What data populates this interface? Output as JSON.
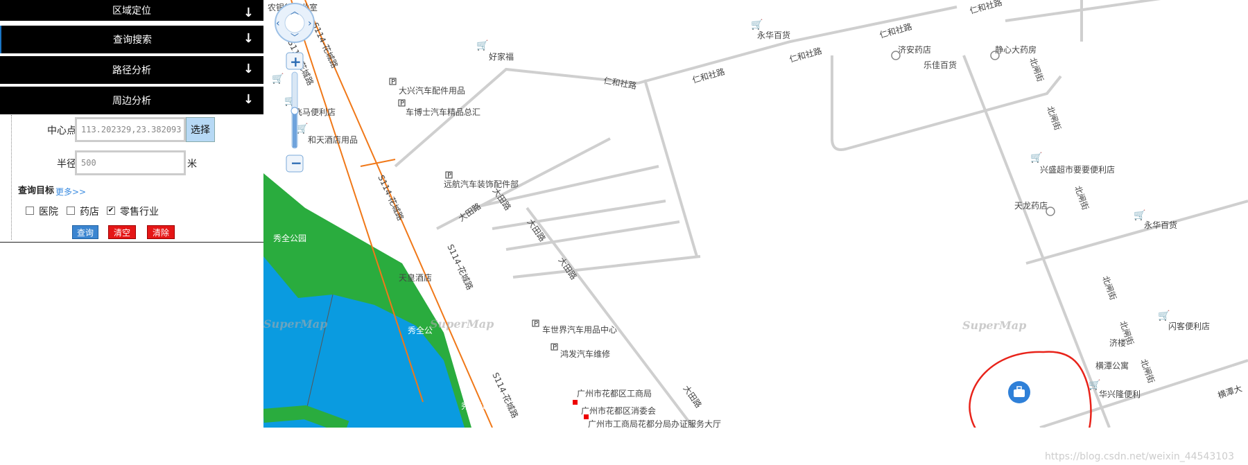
{
  "sidebar": {
    "sections": [
      {
        "label": "区域定位",
        "arrow": "↓"
      },
      {
        "label": "查询搜索",
        "arrow": "↓"
      },
      {
        "label": "路径分析",
        "arrow": "↓"
      },
      {
        "label": "周边分析",
        "arrow": "↓"
      }
    ],
    "panel": {
      "center_label": "中心点",
      "center_value": "113.202329,23.382093",
      "select_button": "选择",
      "radius_label": "半径",
      "radius_value": "500",
      "radius_unit": "米",
      "target_label": "查询目标",
      "more_link": "更多>>",
      "checkboxes": [
        {
          "label": "医院",
          "checked": false
        },
        {
          "label": "药店",
          "checked": false
        },
        {
          "label": "零售行业",
          "checked": true
        }
      ],
      "buttons": [
        {
          "label": "查询",
          "color": "#3b85d0"
        },
        {
          "label": "清空",
          "color": "#e51616"
        },
        {
          "label": "清除",
          "color": "#e51616"
        }
      ]
    }
  },
  "map": {
    "water_color": "#0a9be0",
    "park_color": "#2aac3e",
    "road_color": "#f07818",
    "watermark": "SuperMap",
    "labels": {
      "bank": "农银行营业室",
      "haojiafu": "好家福",
      "yonghua1": "永华百货",
      "renhe1": "仁和社路",
      "renhe2": "仁和社路",
      "renhe3": "仁和社路",
      "renhe4": "仁和社路",
      "renhe5": "仁和社路",
      "jian": "济安药店",
      "lejia": "乐佳百货",
      "jingxin": "静心大药房",
      "daxing": "大兴汽车配件用品",
      "chebo": "车博士汽车精品总汇",
      "feima": "飞马便利店",
      "hetian": "和天酒店用品",
      "s114_1": "S114-花城路",
      "s114_2": "S114-花城路",
      "s114_3": "S114-花城路",
      "s114_4": "S114-花城路",
      "s114_5": "S114-花城路",
      "yuanhang": "远航汽车装饰配件部",
      "datian1": "大田路",
      "datian2": "大田路",
      "datian3": "大田路",
      "datian4": "大田路",
      "datian5": "大田路",
      "tianhuang": "天皇酒店",
      "xiujin1": "秀全公园",
      "xiujin2": "秀全公",
      "xiujin3": "秀全公园",
      "cheshijie": "车世界汽车用品中心",
      "hongfa": "鸿发汽车维修",
      "gongshang": "广州市花都区工商局",
      "xiaowei": "广州市花都区消委会",
      "fenju": "广州市工商局花都分局办证服务大厅",
      "beipian1": "北闸街",
      "beipian2": "北闸街",
      "beipian3": "北闸街",
      "beipian4": "北闸街",
      "beipian5": "北闸街",
      "beipian6": "北闸街",
      "xingsheng": "兴盛超市要要便利店",
      "tianlong": "天龙药店",
      "yonghua2": "永华百货",
      "shanke": "闪客便利店",
      "jilou": "济楼",
      "hengtan": "横潭公寓",
      "huaxing": "华兴隆便利",
      "hengtanroad": "横潭大"
    }
  },
  "credit": "https://blog.csdn.net/weixin_44543103"
}
